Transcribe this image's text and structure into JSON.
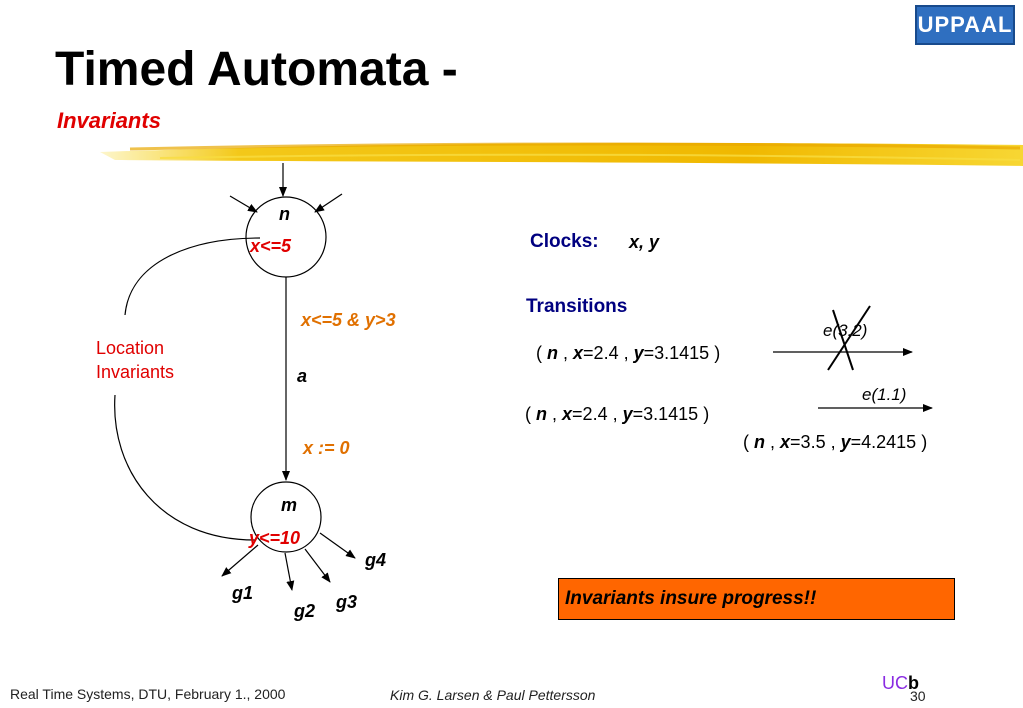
{
  "title": "Timed Automata -",
  "subtitle": "Invariants",
  "logo_text": "UPPAAL",
  "locations": {
    "n": {
      "name": "n",
      "invariant": "x<=5"
    },
    "m": {
      "name": "m",
      "invariant": "y<=10"
    }
  },
  "edge": {
    "guard": "x<=5 & y>3",
    "action": "a",
    "reset": "x := 0"
  },
  "outgoing_edges": [
    "g1",
    "g2",
    "g3",
    "g4"
  ],
  "annotation": {
    "line1": "Location",
    "line2": "Invariants"
  },
  "clocks": {
    "label": "Clocks:",
    "value": "x, y"
  },
  "transitions": {
    "heading": "Transitions",
    "open": "(",
    "close": ")",
    "loc_n": "n",
    "x_var": "x",
    "y_var": "y",
    "row1": {
      "x": "=2.4 ,",
      "y": "=3.1415",
      "delay": "e(3.2)"
    },
    "row2": {
      "x": "=2.4 ,",
      "y": "=3.1415",
      "delay": "e(1.1)"
    },
    "row3": {
      "x": "=3.5 ,",
      "y": "=4.2415"
    }
  },
  "callout": "Invariants insure progress!!",
  "footer": {
    "left": "Real Time Systems, DTU, February 1., 2000",
    "authors": "Kim G. Larsen & Paul Pettersson",
    "logo": "UC",
    "logo_b": "b",
    "page": "30"
  },
  "colors": {
    "red": "#e00000",
    "orange": "#e07000",
    "navy": "#000080",
    "callout_bg": "#ff6600",
    "brush": "#f2c200"
  }
}
